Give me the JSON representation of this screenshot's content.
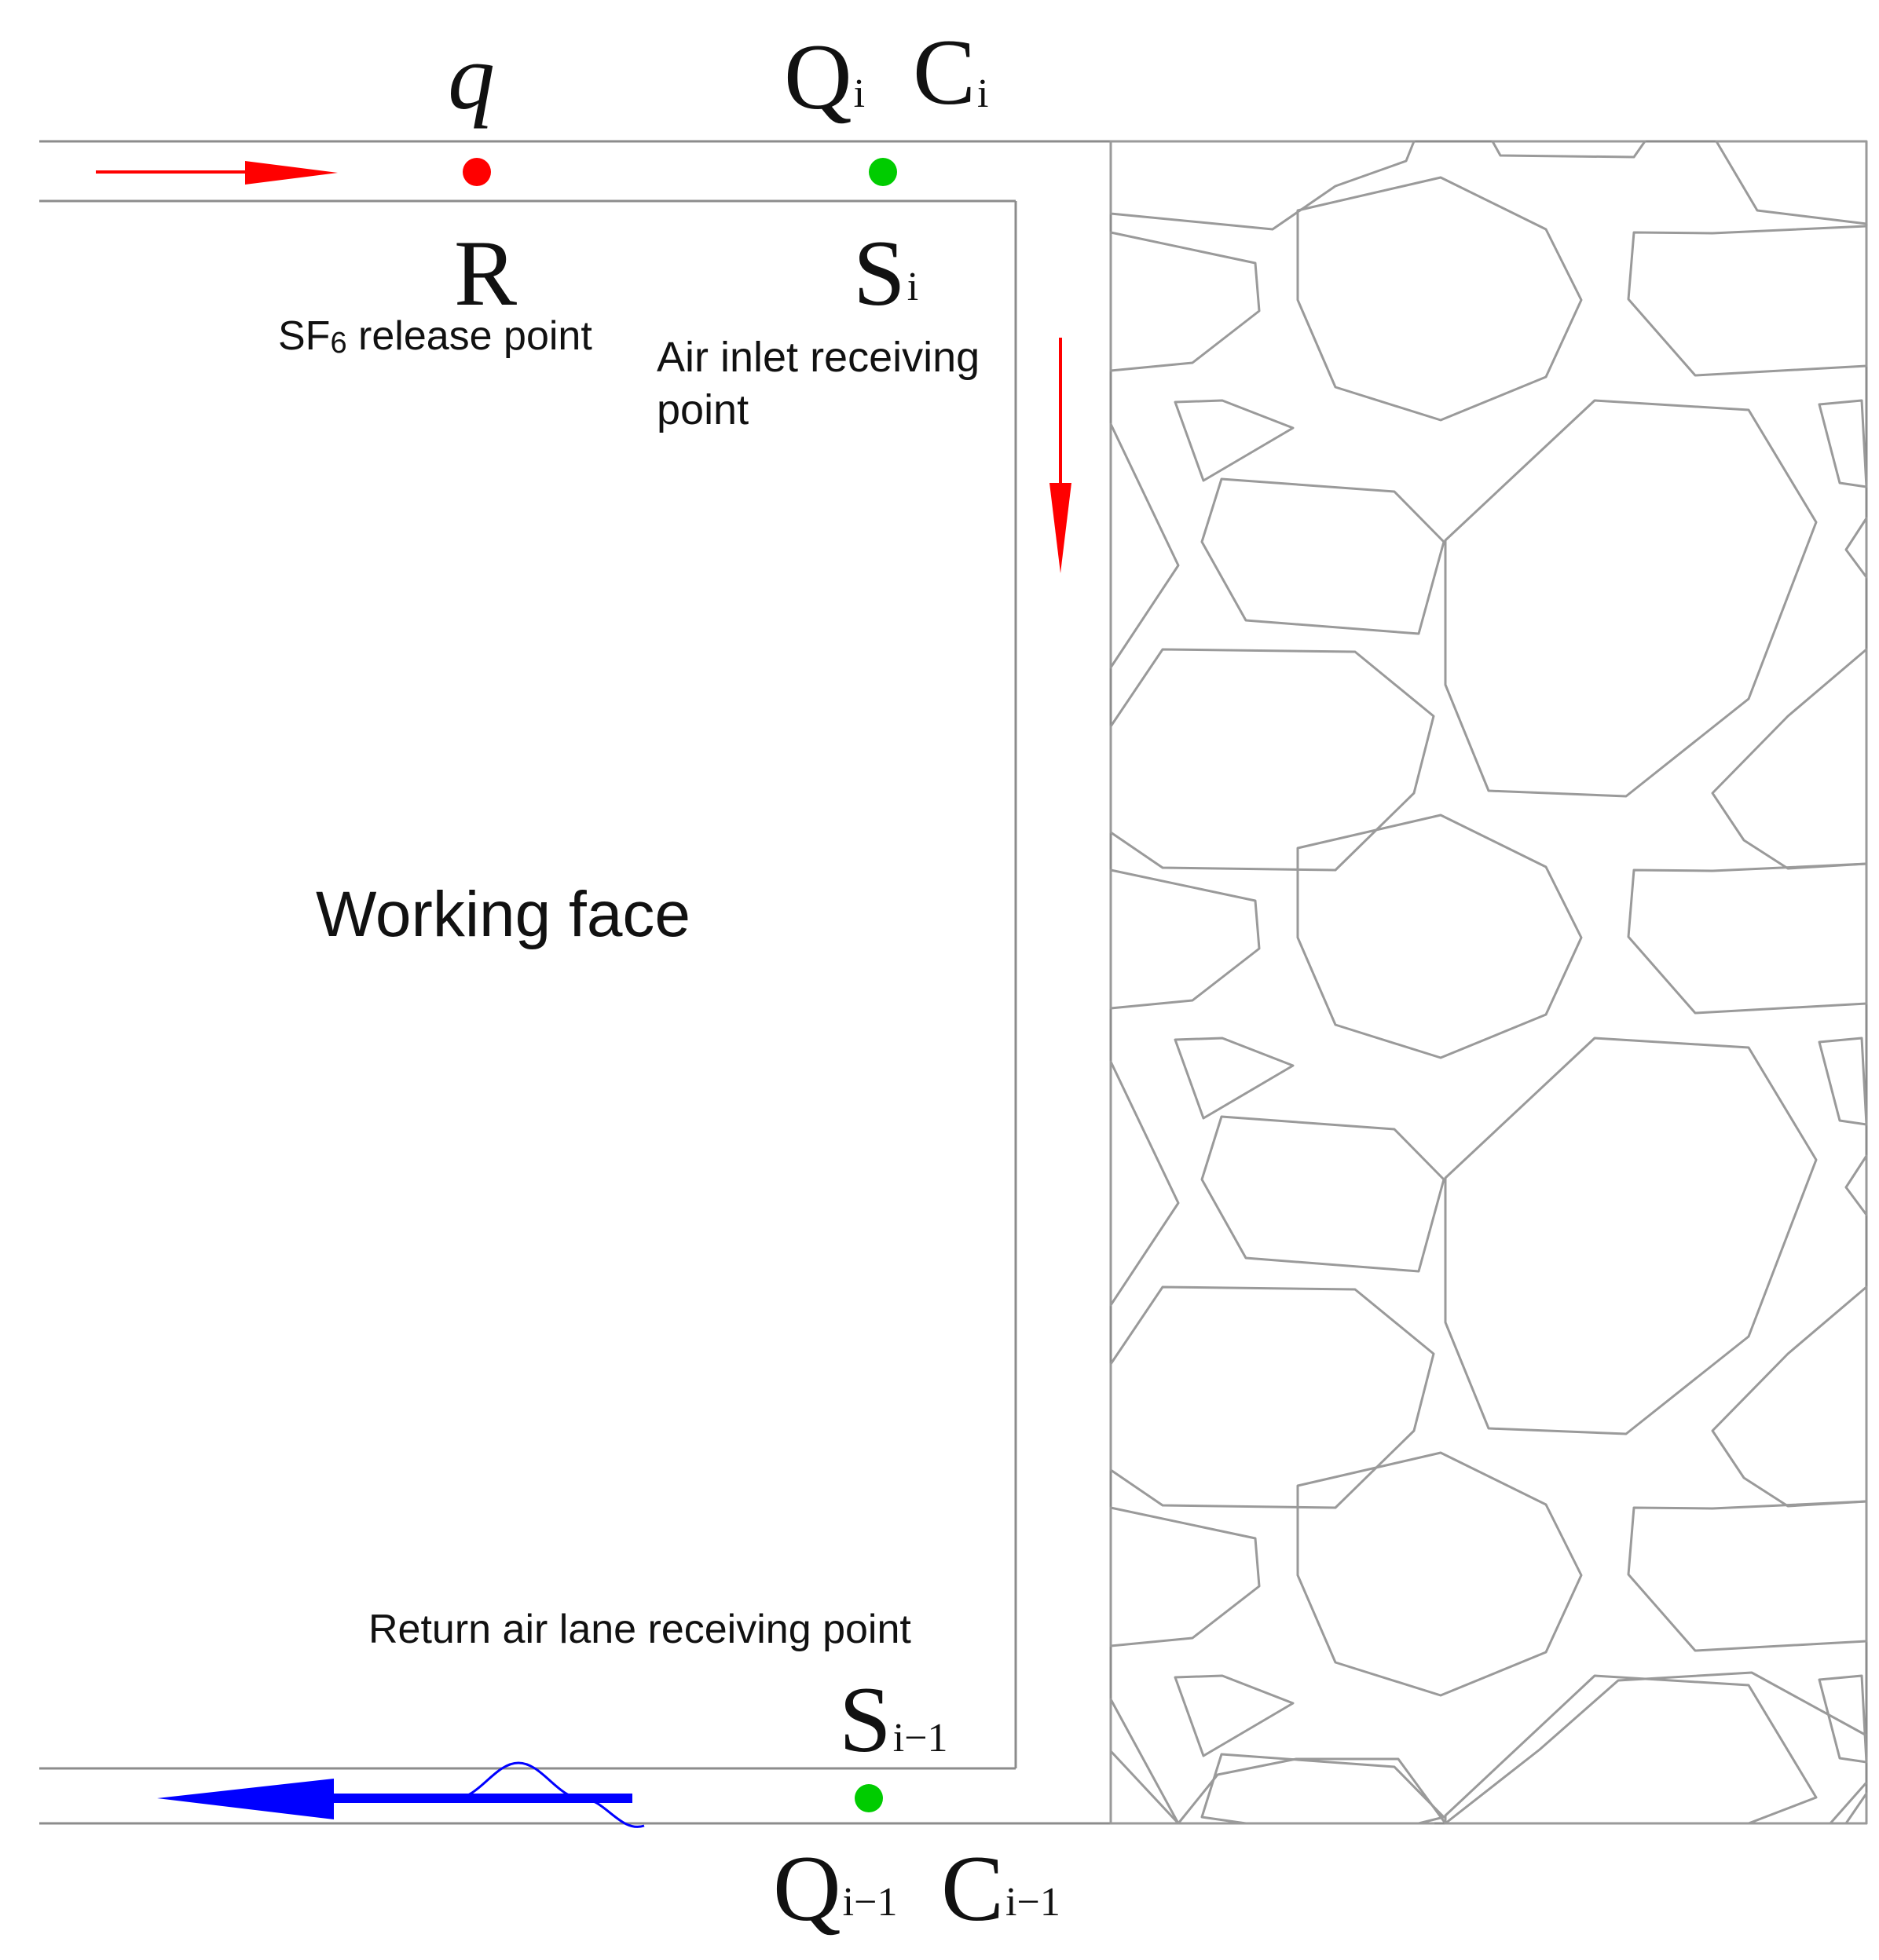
{
  "labels": {
    "release_symbol": "q",
    "inlet_q_main": "Q",
    "inlet_q_sub": "i",
    "inlet_c_main": "C",
    "inlet_c_sub": "i",
    "release_point_letter": "R",
    "release_point_caption_pre": "SF",
    "release_point_caption_sub": "6",
    "release_point_caption_post": " release point",
    "inlet_receiver_main": "S",
    "inlet_receiver_sub": "i",
    "inlet_receiver_caption_line1": "Air inlet receiving",
    "inlet_receiver_caption_line2": "point",
    "working_face": "Working face",
    "return_receiver_caption": "Return air lane receiving point",
    "return_receiver_main": "S",
    "return_receiver_sub": "i−1",
    "return_q_main": "Q",
    "return_q_sub": "i−1",
    "return_c_main": "C",
    "return_c_sub": "i−1"
  },
  "colors": {
    "line": "#8c8c8c",
    "rock_outline": "#9a9a9a",
    "intake_arrow": "#ff0000",
    "return_arrow": "#0000ff",
    "release_point": "#ff0000",
    "receiving_point": "#00cc00",
    "text": "#111111"
  }
}
